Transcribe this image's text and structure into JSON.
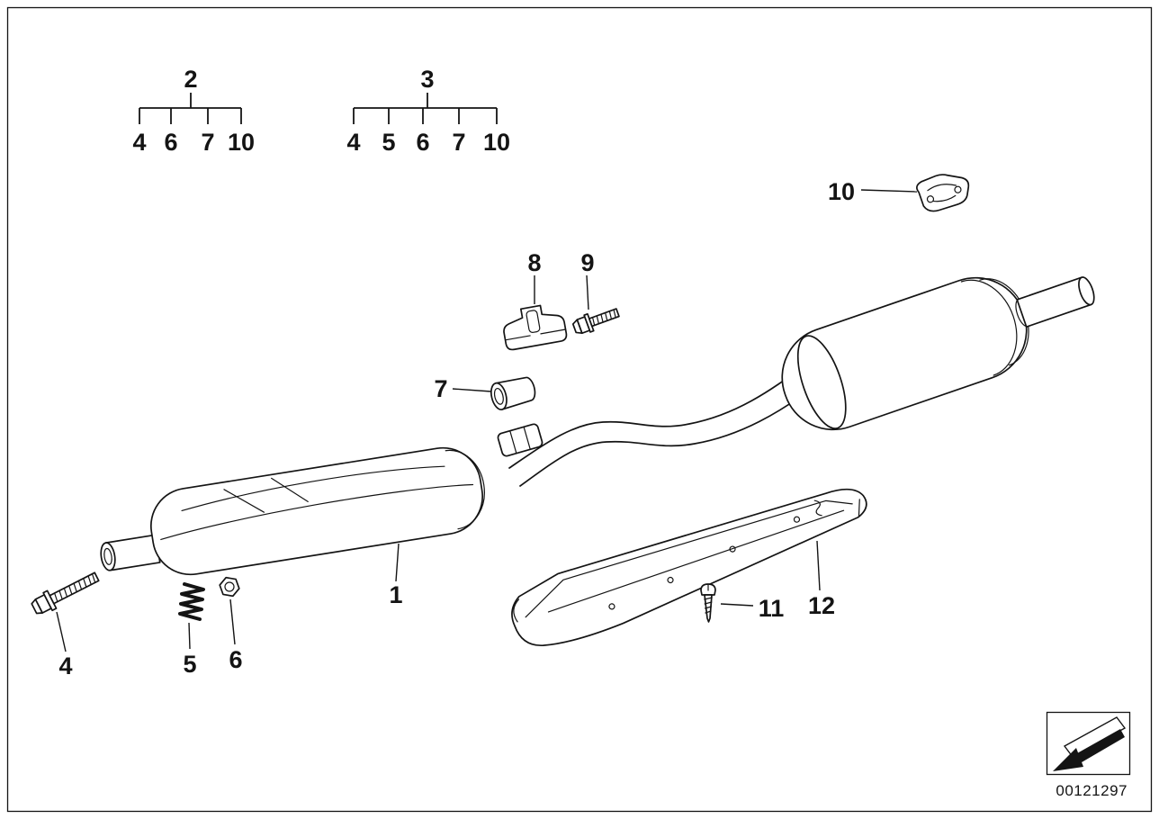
{
  "diagram": {
    "groups": {
      "g2": {
        "label": "2",
        "items": [
          "4",
          "6",
          "7",
          "10"
        ]
      },
      "g3": {
        "label": "3",
        "items": [
          "4",
          "5",
          "6",
          "7",
          "10"
        ]
      }
    },
    "callouts": {
      "front_silencer": "1",
      "bolt": "4",
      "spring": "5",
      "nut": "6",
      "bushing": "7",
      "bracket": "8",
      "small_bolt": "9",
      "gasket": "10",
      "screw": "11",
      "heat_shield": "12"
    },
    "footer": {
      "part_number": "00121297"
    }
  }
}
